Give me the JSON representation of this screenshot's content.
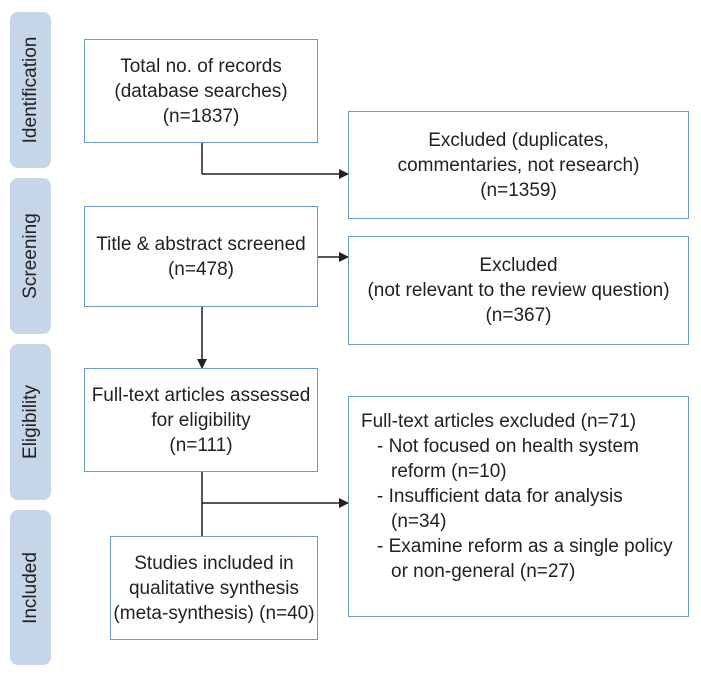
{
  "phases": [
    {
      "label": "Identification"
    },
    {
      "label": "Screening"
    },
    {
      "label": "Eligibility"
    },
    {
      "label": "Included"
    }
  ],
  "boxes": {
    "records": {
      "lines": [
        "Total no. of records",
        "(database searches)",
        "(n=1837)"
      ]
    },
    "excluded_duplicates": {
      "lines": [
        "Excluded (duplicates,",
        "commentaries, not research)",
        "(n=1359)"
      ]
    },
    "screened": {
      "lines": [
        "Title & abstract screened",
        "(n=478)"
      ]
    },
    "excluded_irrelevant": {
      "lines": [
        "Excluded",
        "(not relevant to the review question)",
        "(n=367)"
      ]
    },
    "full_text": {
      "lines": [
        "Full-text articles assessed",
        "for eligibility",
        "(n=111)"
      ]
    },
    "full_text_excluded": {
      "heading": "Full-text articles excluded (n=71)",
      "items": [
        {
          "first": "- Not focused on health system",
          "second": "reform (n=10)"
        },
        {
          "first": "- Insufficient data for analysis",
          "second": "(n=34)"
        },
        {
          "first": "- Examine reform as a single policy",
          "second": "or non-general (n=27)"
        }
      ]
    },
    "included": {
      "lines": [
        "Studies included in",
        "qualitative synthesis",
        "(meta-synthesis) (n=40)"
      ]
    }
  },
  "colors": {
    "phase_fill": "#c6d6e9",
    "box_border": "#6a9bd1",
    "arrow": "#231f20"
  }
}
